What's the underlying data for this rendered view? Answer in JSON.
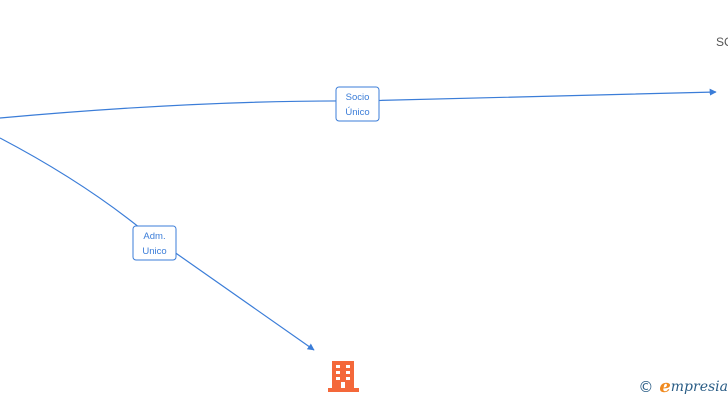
{
  "diagram": {
    "edges": [
      {
        "id": "socio-unico",
        "label_lines": [
          "Socio",
          "Único"
        ]
      },
      {
        "id": "adm-unico",
        "label_lines": [
          "Adm.",
          "Unico"
        ]
      }
    ],
    "nodes": {
      "right_partial_label": "SC",
      "company_icon": "building-icon"
    },
    "colors": {
      "edge": "#3b7dd8",
      "company_icon": "#f4683a",
      "watermark": "#2a5d86",
      "brand_accent": "#f08a1f"
    }
  },
  "watermark": {
    "symbol": "©",
    "brand_first": "e",
    "brand_rest": "mpresia"
  }
}
